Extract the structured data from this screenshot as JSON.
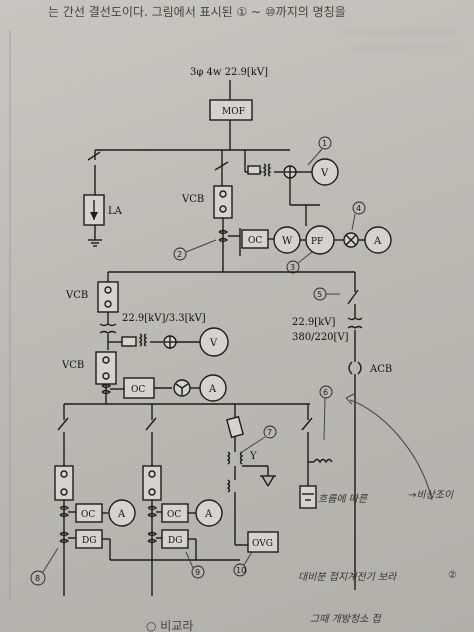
{
  "header": {
    "question_text": "는 간선 결선도이다. 그림에서 표시된 ① ~ ⑩까지의 명칭을"
  },
  "diagram": {
    "source_label": "3φ 4w 22.9[kV]",
    "mof": "MOF",
    "la": "LA",
    "vcb": "VCB",
    "acb": "ACB",
    "oc": "OC",
    "w": "W",
    "pf": "PF",
    "v": "V",
    "a": "A",
    "dg": "DG",
    "ovg": "OVG",
    "y": "Y",
    "tr1_ratio": "22.9[kV]/3.3[kV]",
    "tr2_primary": "22.9[kV]",
    "tr2_secondary": "380/220[V]",
    "markers": {
      "m1": "1",
      "m2": "2",
      "m3": "3",
      "m4": "4",
      "m5": "5",
      "m6": "6",
      "m7": "7",
      "m8": "8",
      "m9": "9",
      "m10": "10"
    }
  },
  "handwriting": {
    "note1": "흐름에 따른",
    "note2": "→비상조이",
    "note3": "대비분 접지계전기 보라",
    "note4": "그때 개방청소 접",
    "note5": "②"
  },
  "footer": {
    "partial_text": "○ 비교라"
  }
}
